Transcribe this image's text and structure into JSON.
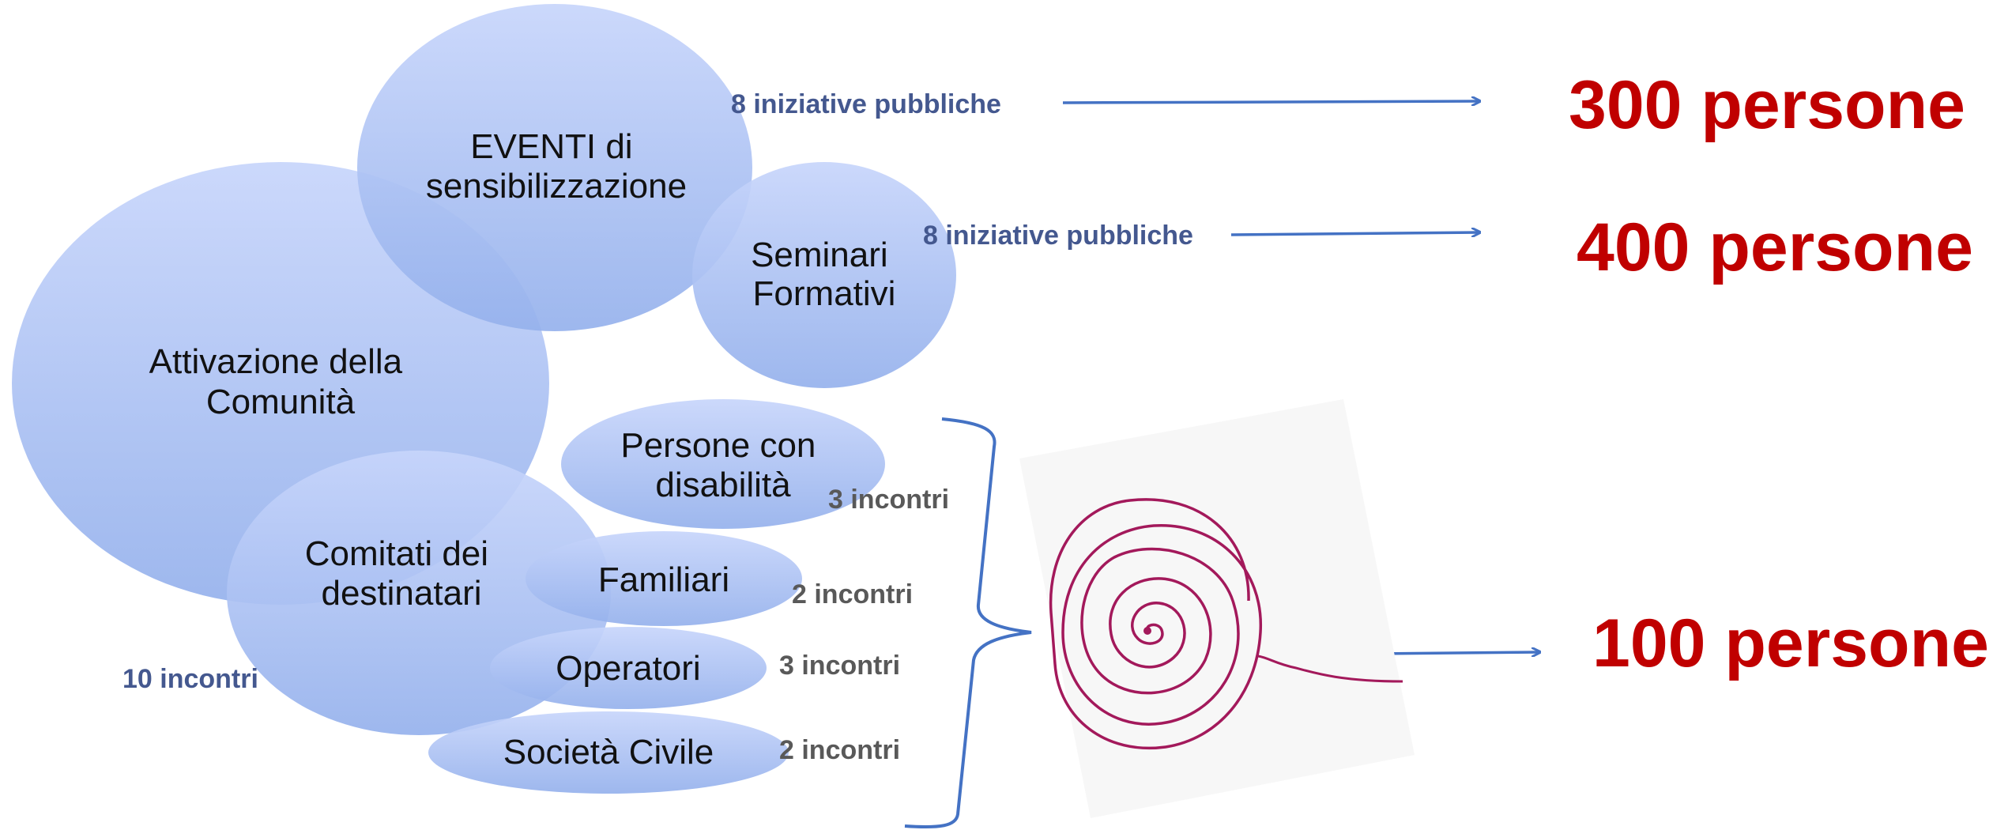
{
  "colors": {
    "bubble_light": "#c7d5fb",
    "bubble_dark": "#95b1ec",
    "arrow": "#4472c4",
    "count_blue": "#44588f",
    "count_gray": "#595959",
    "result_red": "#c00000",
    "spiral": "#a3195b"
  },
  "bubbles": {
    "eventi": [
      "EVENTI di",
      "sensibilizzazione"
    ],
    "seminari": [
      "Seminari",
      "Formativi"
    ],
    "attivazione": [
      "Attivazione della",
      "Comunità"
    ],
    "comitati": [
      "Comitati dei",
      "destinatari"
    ],
    "persone_disabilita": [
      "Persone con",
      "disabilità"
    ],
    "familiari": "Familiari",
    "operatori": "Operatori",
    "societa_civile": "Società Civile"
  },
  "counts": {
    "eventi": "8 iniziative pubbliche",
    "seminari": "8 iniziative pubbliche",
    "comitati": "10 incontri",
    "persone_disabilita": "3 incontri",
    "familiari": "2 incontri",
    "operatori": "3 incontri",
    "societa_civile": "2 incontri"
  },
  "results": {
    "eventi": "300 persone",
    "seminari": "400 persone",
    "gruppi": "100 persone"
  },
  "icons": {
    "spiral": "hand-drawn-spiral-icon"
  }
}
